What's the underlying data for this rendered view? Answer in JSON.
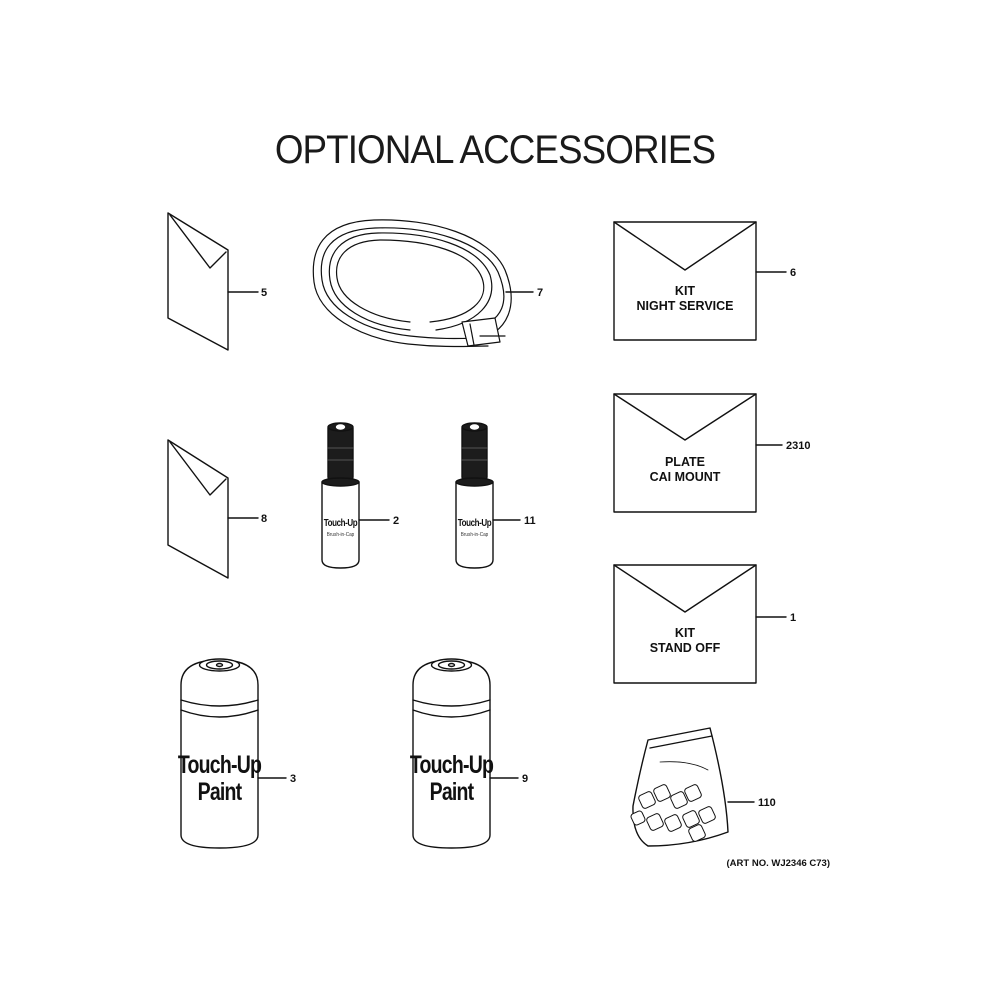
{
  "diagram": {
    "title": "OPTIONAL ACCESSORIES",
    "art_number": "(ART NO. WJ2346 C73)",
    "parts": [
      {
        "callout": "5"
      },
      {
        "callout": "7"
      },
      {
        "callout": "6",
        "label_line1": "KIT",
        "label_line2": "NIGHT SERVICE"
      },
      {
        "callout": "8"
      },
      {
        "callout": "2",
        "pen_label": "Touch-Up",
        "pen_sub": "Brush-in-Cap"
      },
      {
        "callout": "11",
        "pen_label": "Touch-Up",
        "pen_sub": "Brush-in-Cap"
      },
      {
        "callout": "2310",
        "label_line1": "PLATE",
        "label_line2": "CAI MOUNT"
      },
      {
        "callout": "1",
        "label_line1": "KIT",
        "label_line2": "STAND OFF"
      },
      {
        "callout": "3",
        "can_line1": "Touch-Up",
        "can_line2": "Paint"
      },
      {
        "callout": "9",
        "can_line1": "Touch-Up",
        "can_line2": "Paint"
      },
      {
        "callout": "110"
      }
    ]
  }
}
